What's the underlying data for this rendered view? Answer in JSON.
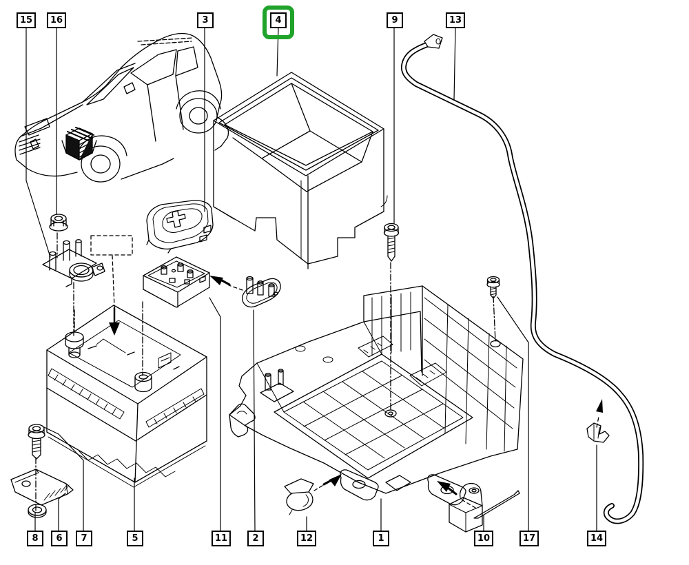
{
  "diagram": {
    "type": "exploded-parts-diagram",
    "subject": "vehicle battery, battery tray and fixings",
    "background_color": "#ffffff",
    "line_color": "#000000",
    "highlight_color": "#1fa32b",
    "selected_callout": "4"
  },
  "callouts": {
    "items": [
      {
        "label": "15",
        "part": "battery-terminal-clamp",
        "row": "top",
        "selected": false
      },
      {
        "label": "16",
        "part": "terminal-nut",
        "row": "top",
        "selected": false
      },
      {
        "label": "3",
        "part": "terminal-cover-lid",
        "row": "top",
        "selected": false
      },
      {
        "label": "4",
        "part": "battery-cover-box",
        "row": "top",
        "selected": true
      },
      {
        "label": "9",
        "part": "tray-screw-front",
        "row": "top",
        "selected": false
      },
      {
        "label": "13",
        "part": "battery-cable",
        "row": "top",
        "selected": false
      },
      {
        "label": "8",
        "part": "clamp-bolt",
        "row": "bottom",
        "selected": false
      },
      {
        "label": "6",
        "part": "clamp-bracket",
        "row": "bottom",
        "selected": false
      },
      {
        "label": "7",
        "part": "battery-hold-down",
        "row": "bottom",
        "selected": false
      },
      {
        "label": "5",
        "part": "battery",
        "row": "bottom",
        "selected": false
      },
      {
        "label": "11",
        "part": "fuse-terminal-box",
        "row": "bottom",
        "selected": false
      },
      {
        "label": "2",
        "part": "terminal-plate",
        "row": "bottom",
        "selected": false
      },
      {
        "label": "12",
        "part": "spring-clip",
        "row": "bottom",
        "selected": false
      },
      {
        "label": "1",
        "part": "battery-tray",
        "row": "bottom",
        "selected": false
      },
      {
        "label": "10",
        "part": "retaining-clip",
        "row": "bottom",
        "selected": false
      },
      {
        "label": "17",
        "part": "tray-screw-rear",
        "row": "bottom",
        "selected": false
      },
      {
        "label": "14",
        "part": "cable-clip",
        "row": "bottom",
        "selected": false
      }
    ]
  }
}
